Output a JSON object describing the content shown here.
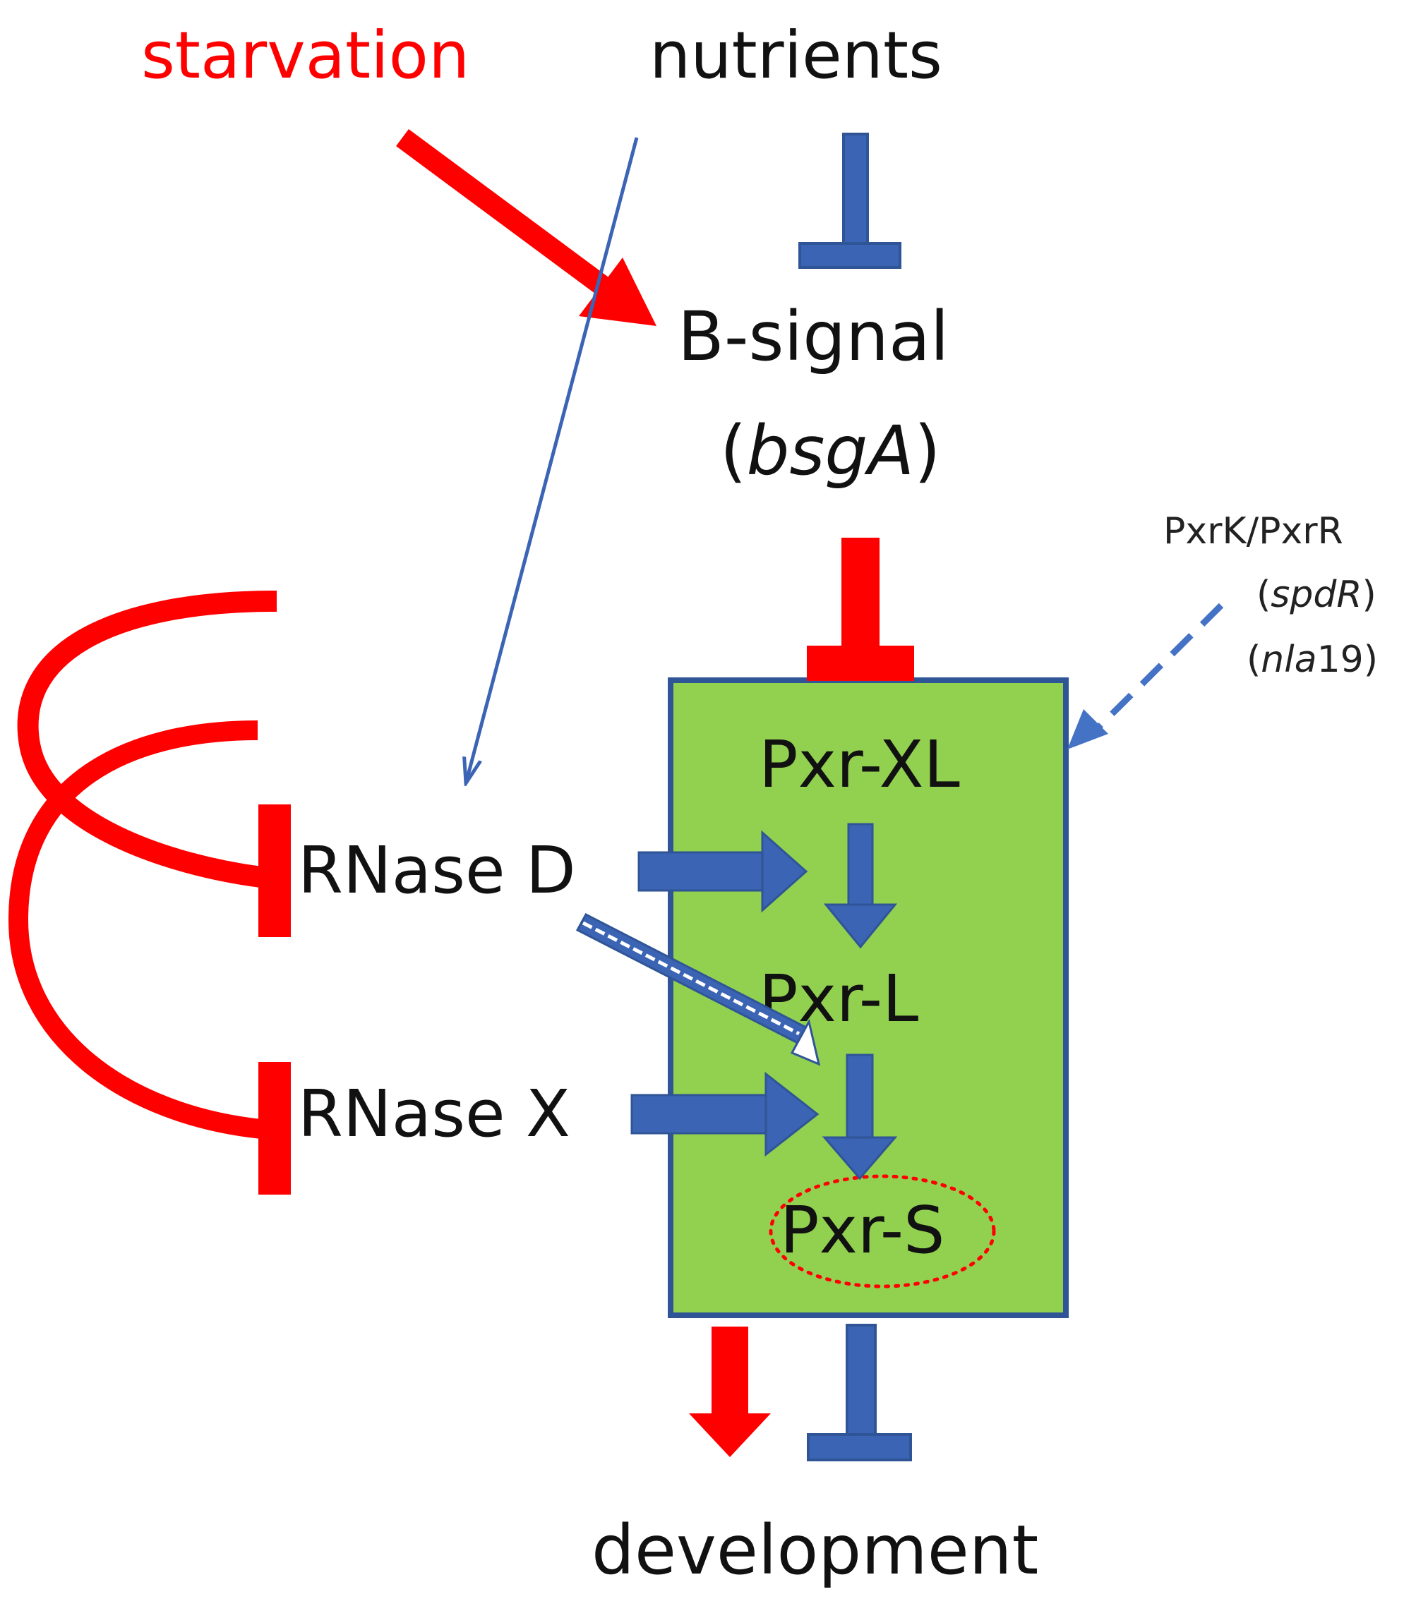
{
  "colors": {
    "activation_red": "#ff0000",
    "inhibition_blue": "#3c64b4",
    "box_fill": "#92d050",
    "box_border": "#2f5597",
    "text": "#111111"
  },
  "nodes": {
    "starvation": "starvation",
    "nutrients": "nutrients",
    "b_signal": "B-signal",
    "bsgA_open": "(",
    "bsgA": "bsgA",
    "bsgA_close": ")",
    "pxrK_pxrR": "PxrK/PxrR",
    "spdR_open": "(",
    "spdR": "spdR",
    "spdR_close": ")",
    "nla19_open": "(",
    "nla19": "nla",
    "nla19_num": "19",
    "nla19_close": ")",
    "pxr_xl": "Pxr-XL",
    "pxr_l": "Pxr-L",
    "pxr_s": "Pxr-S",
    "rnase_d": "RNase D",
    "rnase_x": "RNase X",
    "development": "development"
  },
  "icons": {
    "activation": "arrow-icon",
    "inhibition": "t-bar-inhibition-icon",
    "processing": "block-arrow-icon",
    "highlight": "dotted-ellipse"
  }
}
